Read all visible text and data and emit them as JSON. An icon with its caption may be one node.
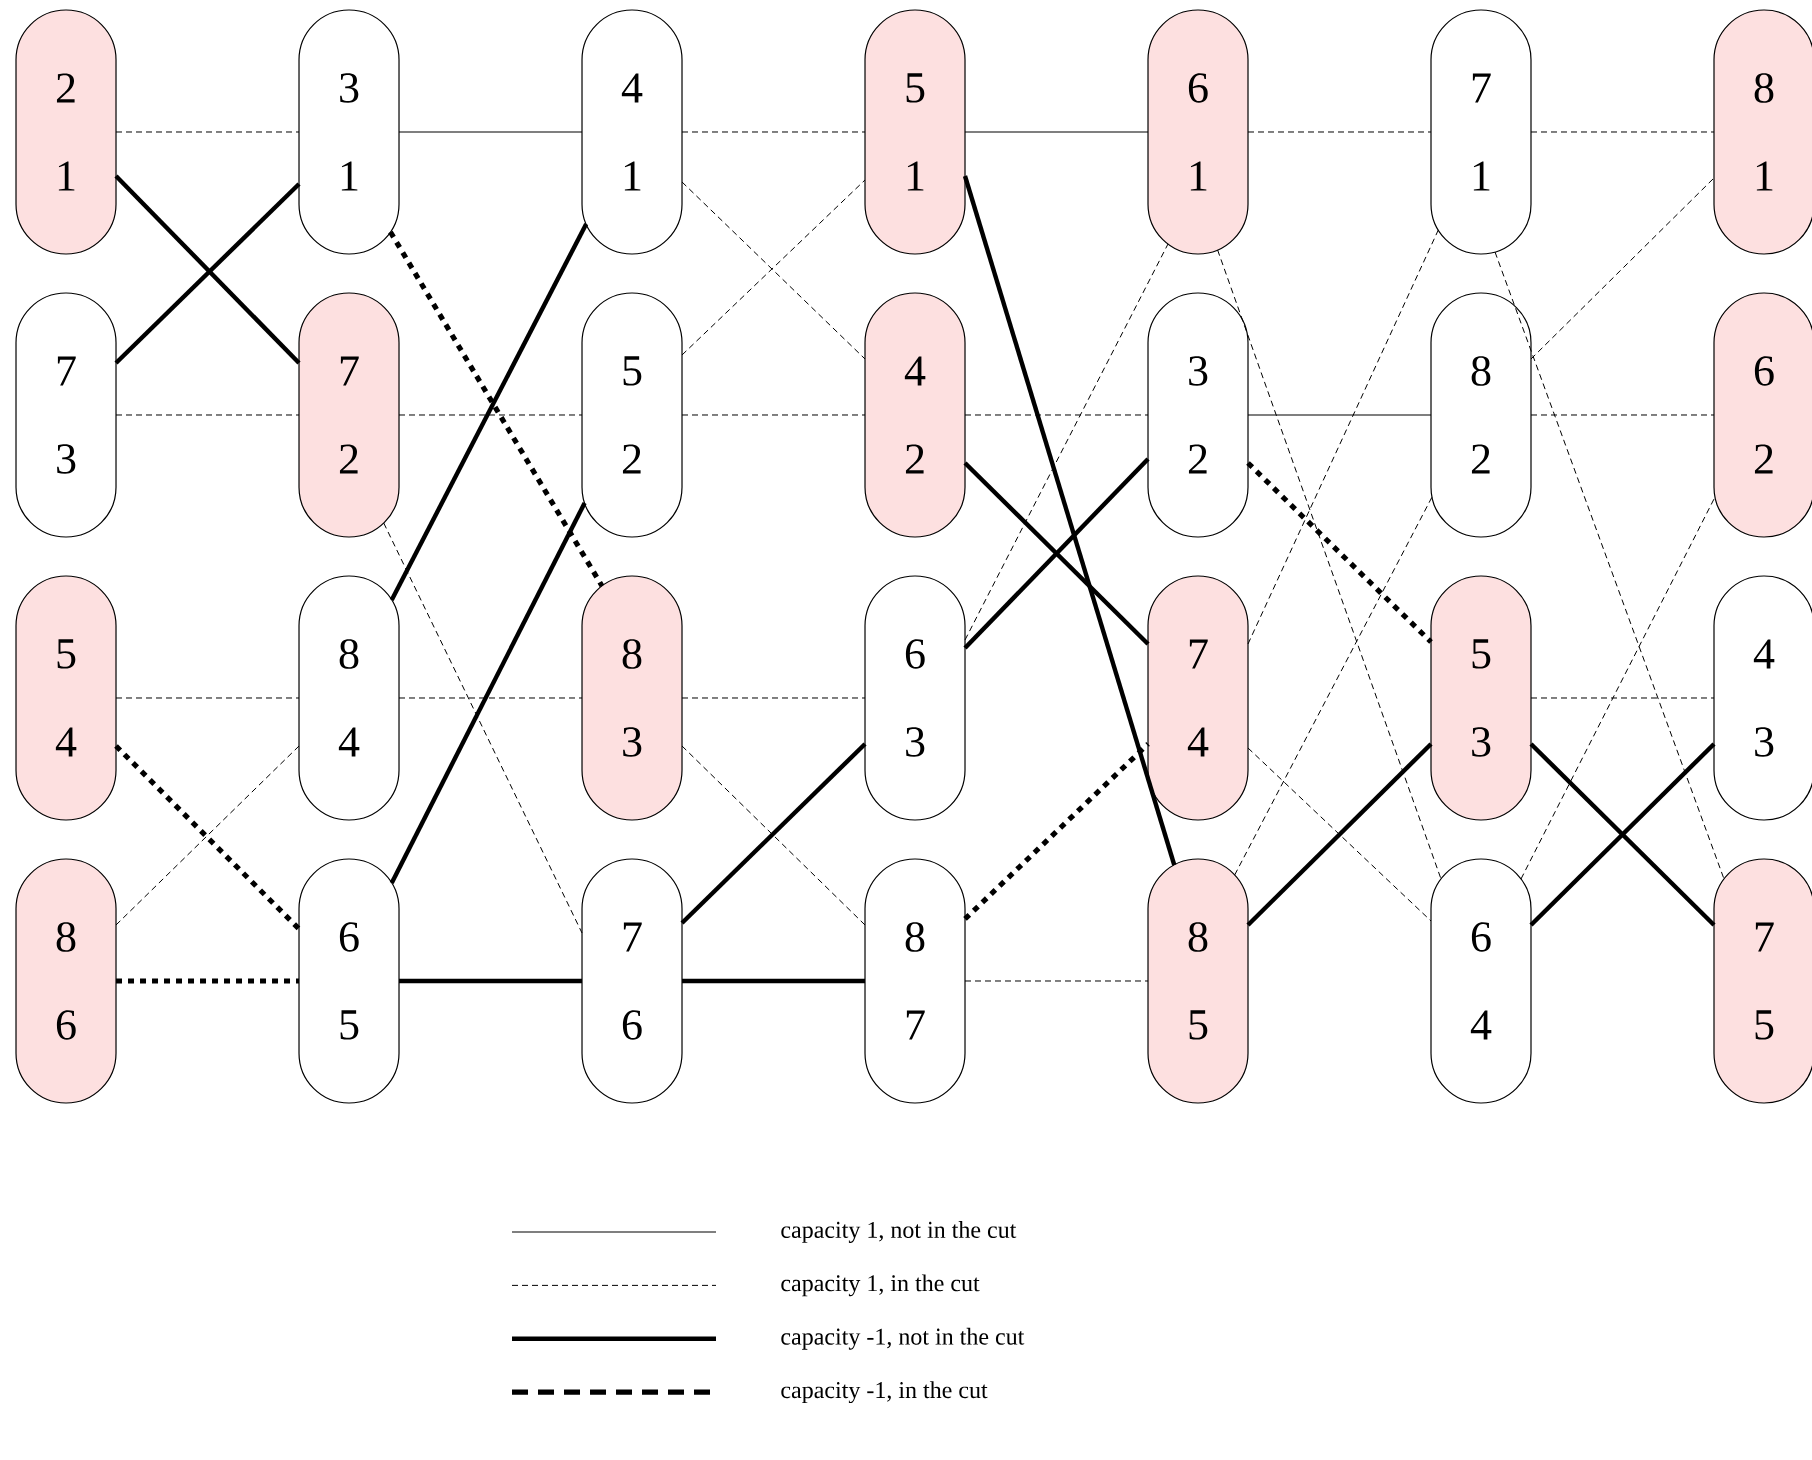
{
  "diagram": {
    "nodes": [
      {
        "text": [
          "2",
          "1"
        ]
      },
      {
        "text": [
          "3",
          "1"
        ]
      },
      {
        "text": [
          "4",
          "1"
        ]
      },
      {
        "text": [
          "5",
          "1"
        ]
      },
      {
        "text": [
          "6",
          "1"
        ]
      },
      {
        "text": [
          "7",
          "1"
        ]
      },
      {
        "text": [
          "8",
          "1"
        ]
      },
      {
        "text": [
          "7",
          "3"
        ]
      },
      {
        "text": [
          "7",
          "2"
        ]
      },
      {
        "text": [
          "5",
          "2"
        ]
      },
      {
        "text": [
          "4",
          "2"
        ]
      },
      {
        "text": [
          "3",
          "2"
        ]
      },
      {
        "text": [
          "8",
          "2"
        ]
      },
      {
        "text": [
          "6",
          "2"
        ]
      },
      {
        "text": [
          "5",
          "4"
        ]
      },
      {
        "text": [
          "8",
          "4"
        ]
      },
      {
        "text": [
          "8",
          "3"
        ]
      },
      {
        "text": [
          "6",
          "3"
        ]
      },
      {
        "text": [
          "7",
          "4"
        ]
      },
      {
        "text": [
          "5",
          "3"
        ]
      },
      {
        "text": [
          "4",
          "3"
        ]
      },
      {
        "text": [
          "8",
          "6"
        ]
      },
      {
        "text": [
          "6",
          "5"
        ]
      },
      {
        "text": [
          "7",
          "6"
        ]
      },
      {
        "text": [
          "8",
          "7"
        ]
      },
      {
        "text": [
          "8",
          "5"
        ]
      },
      {
        "text": [
          "6",
          "4"
        ]
      },
      {
        "text": [
          "7",
          "5"
        ]
      }
    ],
    "edges": [
      {
        "from": 0,
        "to": 1,
        "arrow": "none",
        "style": "dashed"
      },
      {
        "from": 0,
        "to": 8,
        "arrow": "none",
        "style": "thick"
      },
      {
        "from": 7,
        "to": 1,
        "arrow": "none",
        "style": "thick"
      },
      {
        "from": 7,
        "to": 8,
        "arrow": "none",
        "style": "dashed"
      },
      {
        "from": 14,
        "to": 15,
        "arrow": "none",
        "style": "dashed"
      },
      {
        "from": 14,
        "to": 22,
        "arrow": "none",
        "style": "dashed"
      },
      {
        "from": 21,
        "to": 15,
        "arrow": "none",
        "style": "dashed"
      },
      {
        "from": 21,
        "to": 22,
        "arrow": "none",
        "style": "dashed"
      },
      {
        "from": 1,
        "to": 2,
        "arrow": "none"
      },
      {
        "from": 1,
        "to": 16,
        "arrow": "none",
        "style": "dashed"
      },
      {
        "from": 8,
        "to": 9,
        "arrow": "none",
        "style": "dashed"
      },
      {
        "from": 8,
        "to": 23,
        "arrow": "none",
        "style": "dashed"
      },
      {
        "from": 15,
        "to": 2,
        "arrow": "none",
        "style": "thick"
      },
      {
        "from": 15,
        "to": 16,
        "arrow": "none",
        "style": "dashed"
      },
      {
        "from": 22,
        "to": 9,
        "arrow": "none",
        "style": "thick"
      },
      {
        "from": 22,
        "to": 23,
        "arrow": "none",
        "style": "thick"
      },
      {
        "from": 2,
        "to": 3,
        "arrow": "none",
        "style": "dashed"
      },
      {
        "from": 2,
        "to": 10,
        "arrow": "none",
        "style": "dashed"
      },
      {
        "from": 9,
        "to": 3,
        "arrow": "none",
        "style": "dashed"
      },
      {
        "from": 9,
        "to": 10,
        "arrow": "none",
        "style": "dashed"
      },
      {
        "from": 16,
        "to": 17,
        "arrow": "none",
        "style": "dashed"
      },
      {
        "from": 16,
        "to": 24,
        "arrow": "none",
        "style": "dashed"
      },
      {
        "from": 23,
        "to": 17,
        "arrow": "none",
        "style": "thick"
      },
      {
        "from": 23,
        "to": 24,
        "arrow": "none",
        "style": "thick"
      },
      {
        "from": 3,
        "to": 4,
        "arrow": "none"
      },
      {
        "from": 3,
        "to": 25,
        "arrow": "none",
        "style": "thick"
      },
      {
        "from": 10,
        "to": 18,
        "arrow": "none",
        "style": "thick"
      },
      {
        "from": 10,
        "to": 11,
        "arrow": "none",
        "style": "dashed"
      },
      {
        "from": 17,
        "to": 11,
        "arrow": "none",
        "style": "thick"
      },
      {
        "from": 17,
        "to": 4,
        "arrow": "none",
        "style": "dashed"
      },
      {
        "from": 24,
        "to": 18,
        "arrow": "none",
        "style": "dashed"
      },
      {
        "from": 24,
        "to": 25,
        "arrow": "none",
        "style": "dashed"
      },
      {
        "from": 4,
        "to": 5,
        "arrow": "none",
        "style": "dashed"
      },
      {
        "from": 4,
        "to": 26,
        "arrow": "none",
        "style": "dashed"
      },
      {
        "from": 11,
        "to": 12,
        "arrow": "none"
      },
      {
        "from": 11,
        "to": 19,
        "arrow": "none",
        "style": "dashed"
      },
      {
        "from": 18,
        "to": 5,
        "arrow": "none",
        "style": "dashed"
      },
      {
        "from": 18,
        "to": 26,
        "arrow": "none",
        "style": "dashed"
      },
      {
        "from": 25,
        "to": 12,
        "arrow": "none",
        "style": "dashed"
      },
      {
        "from": 25,
        "to": 19,
        "arrow": "none",
        "style": "thick"
      },
      {
        "from": 5,
        "to": 6,
        "arrow": "none",
        "style": "dashed"
      },
      {
        "from": 5,
        "to": 27,
        "arrow": "none",
        "style": "dashed"
      },
      {
        "from": 12,
        "to": 6,
        "arrow": "none",
        "style": "dashed"
      },
      {
        "from": 12,
        "to": 13,
        "arrow": "none",
        "style": "dashed"
      },
      {
        "from": 19,
        "to": 20,
        "arrow": "none",
        "style": "dashed"
      },
      {
        "from": 19,
        "to": 27,
        "arrow": "none",
        "style": "thick"
      },
      {
        "from": 26,
        "to": 13,
        "arrow": "none",
        "style": "dashed"
      },
      {
        "from": 26,
        "to": 20,
        "arrow": "none",
        "style": "thick"
      }
    ],
    "legend": [
      {
        "text": "capacity 1, not in the cut"
      },
      {
        "text": "capacity 1, in the cut"
      },
      {
        "text": "capacity -1, not in the cut"
      },
      {
        "text": "capacity -1, in the cut"
      }
    ]
  }
}
